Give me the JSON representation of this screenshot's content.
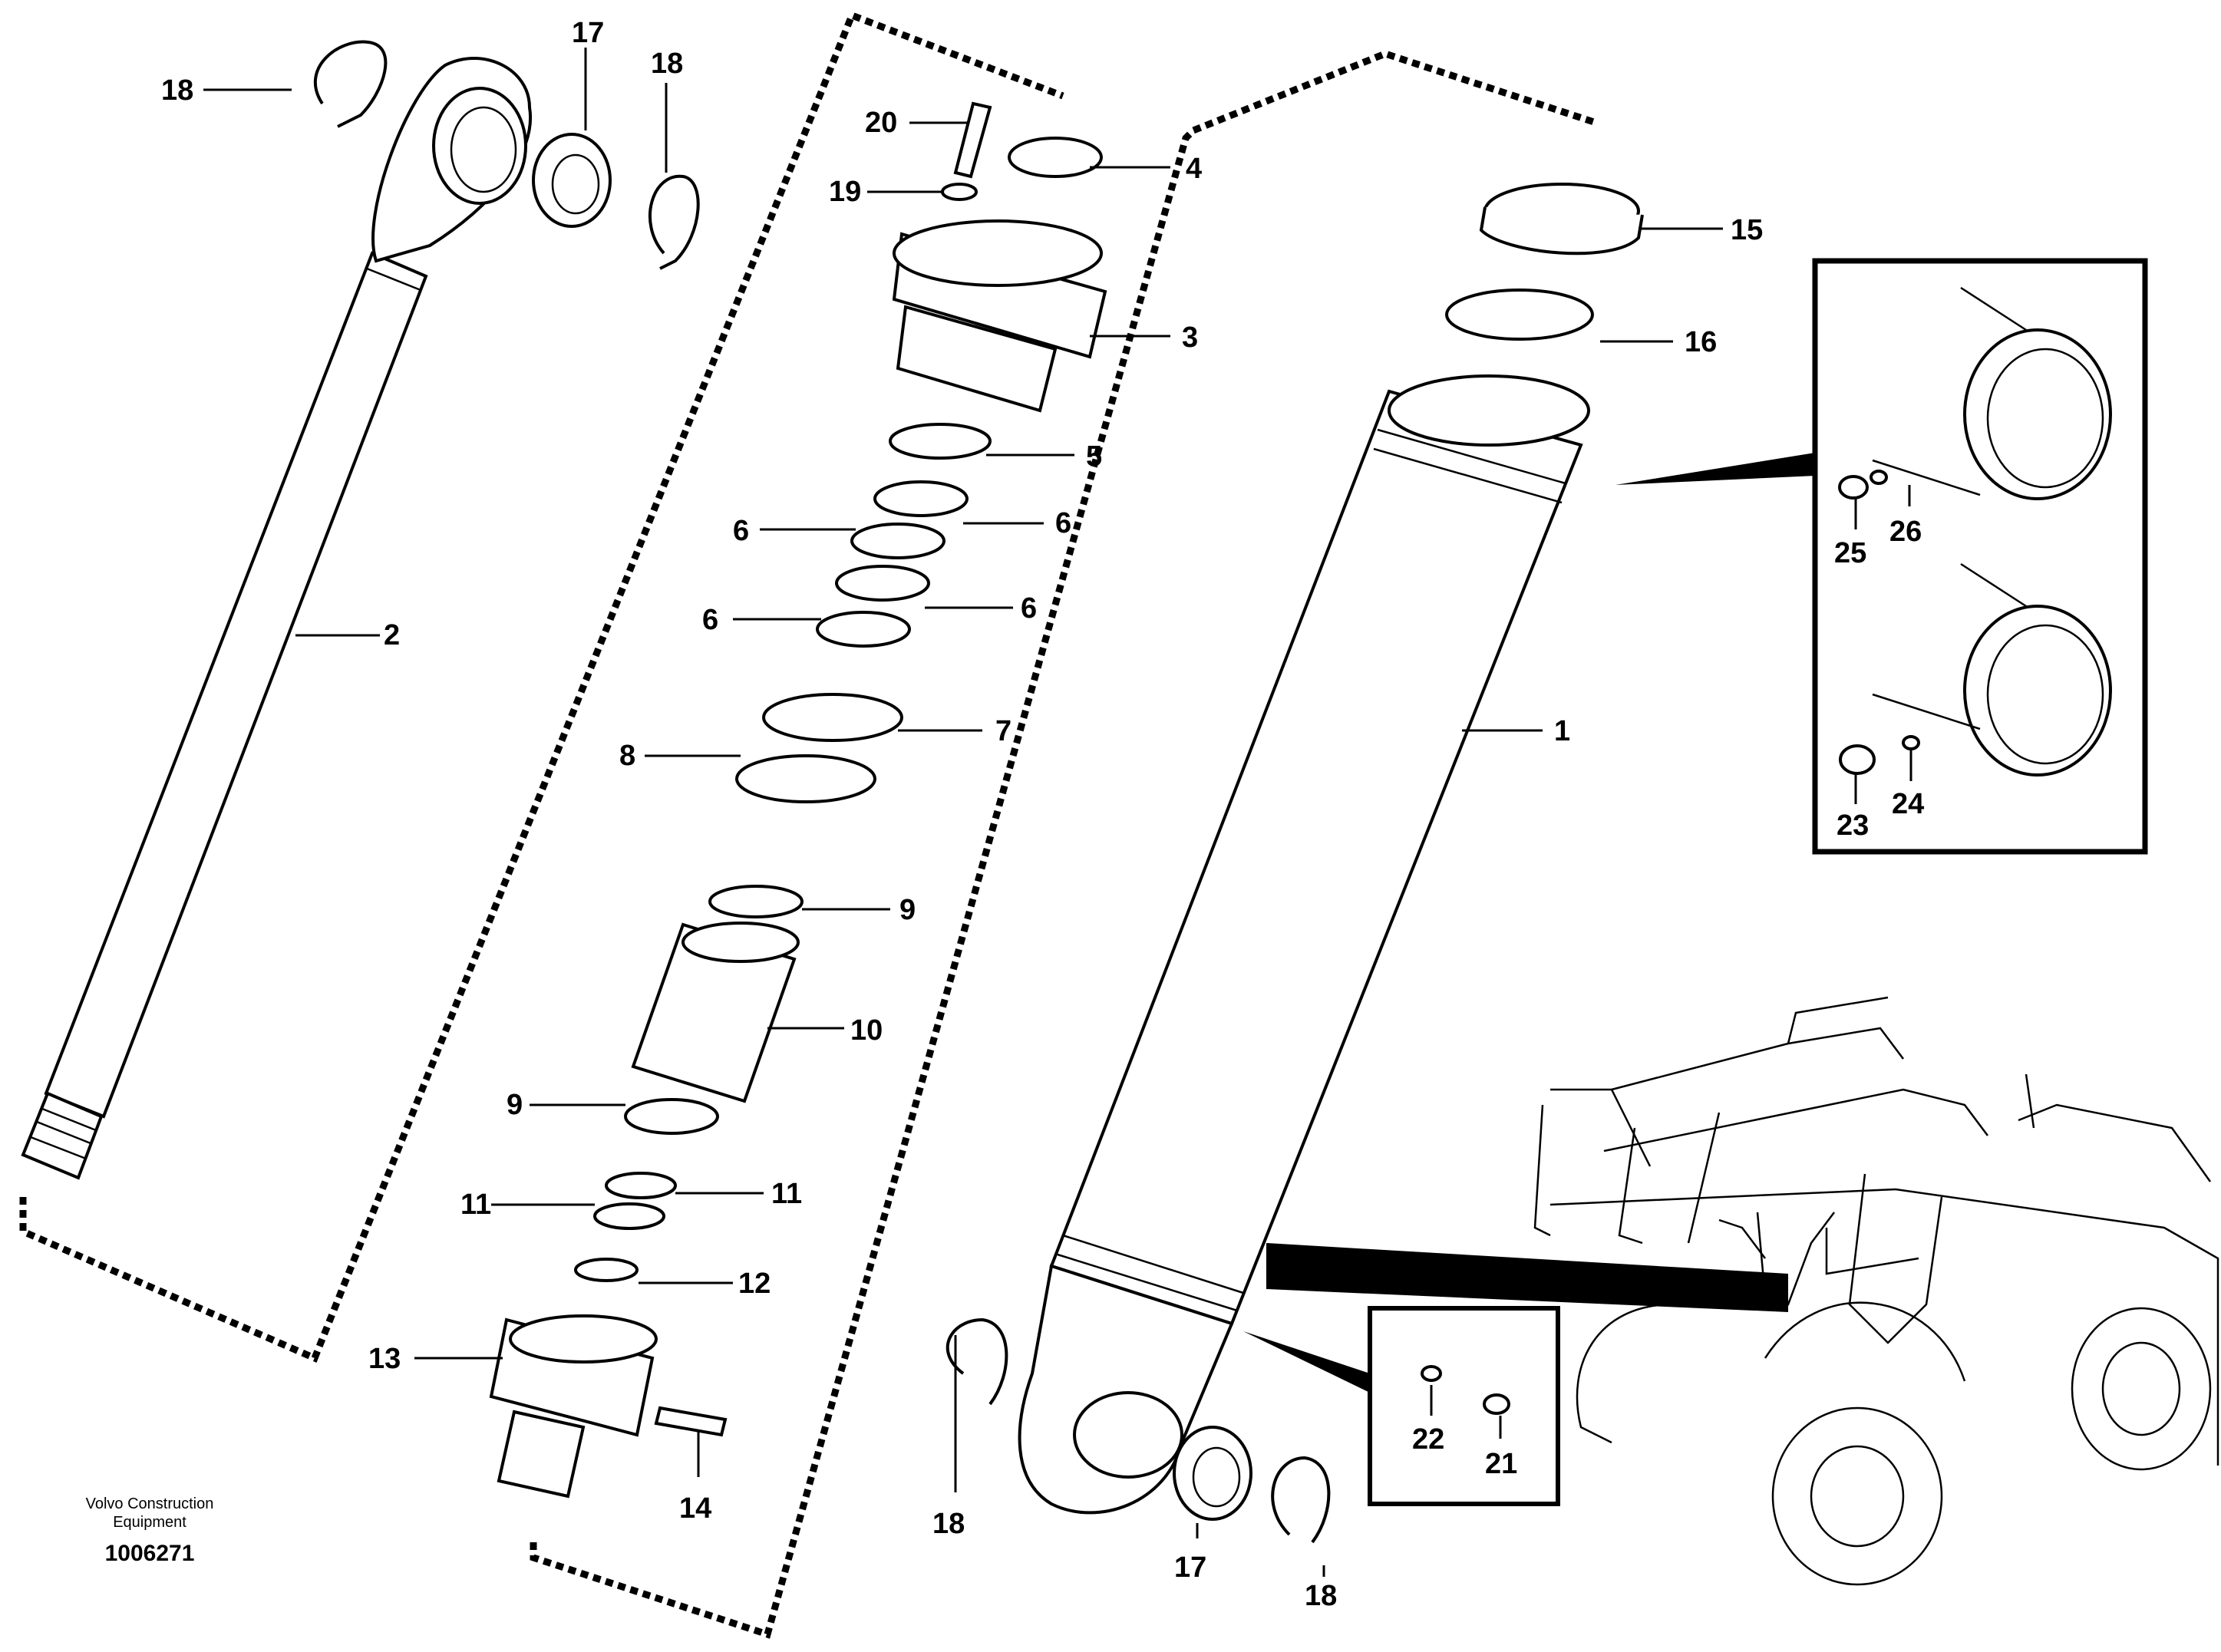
{
  "caption": {
    "company_line1": "Volvo Construction",
    "company_line2": "Equipment",
    "drawing_number": "1006271"
  },
  "labels": {
    "l18a": "18",
    "l17a": "17",
    "l18b": "18",
    "l2": "2",
    "l20": "20",
    "l4": "4",
    "l19": "19",
    "l3": "3",
    "l5": "5",
    "l6a": "6",
    "l6b": "6",
    "l6c": "6",
    "l6d": "6",
    "l7": "7",
    "l8": "8",
    "l9a": "9",
    "l10": "10",
    "l9b": "9",
    "l11a": "11",
    "l11b": "11",
    "l12": "12",
    "l13": "13",
    "l14": "14",
    "l15": "15",
    "l16": "16",
    "l1": "1",
    "l25": "25",
    "l26": "26",
    "l23": "23",
    "l24": "24",
    "l22": "22",
    "l21": "21",
    "l18c": "18",
    "l17b": "17",
    "l18d": "18"
  }
}
